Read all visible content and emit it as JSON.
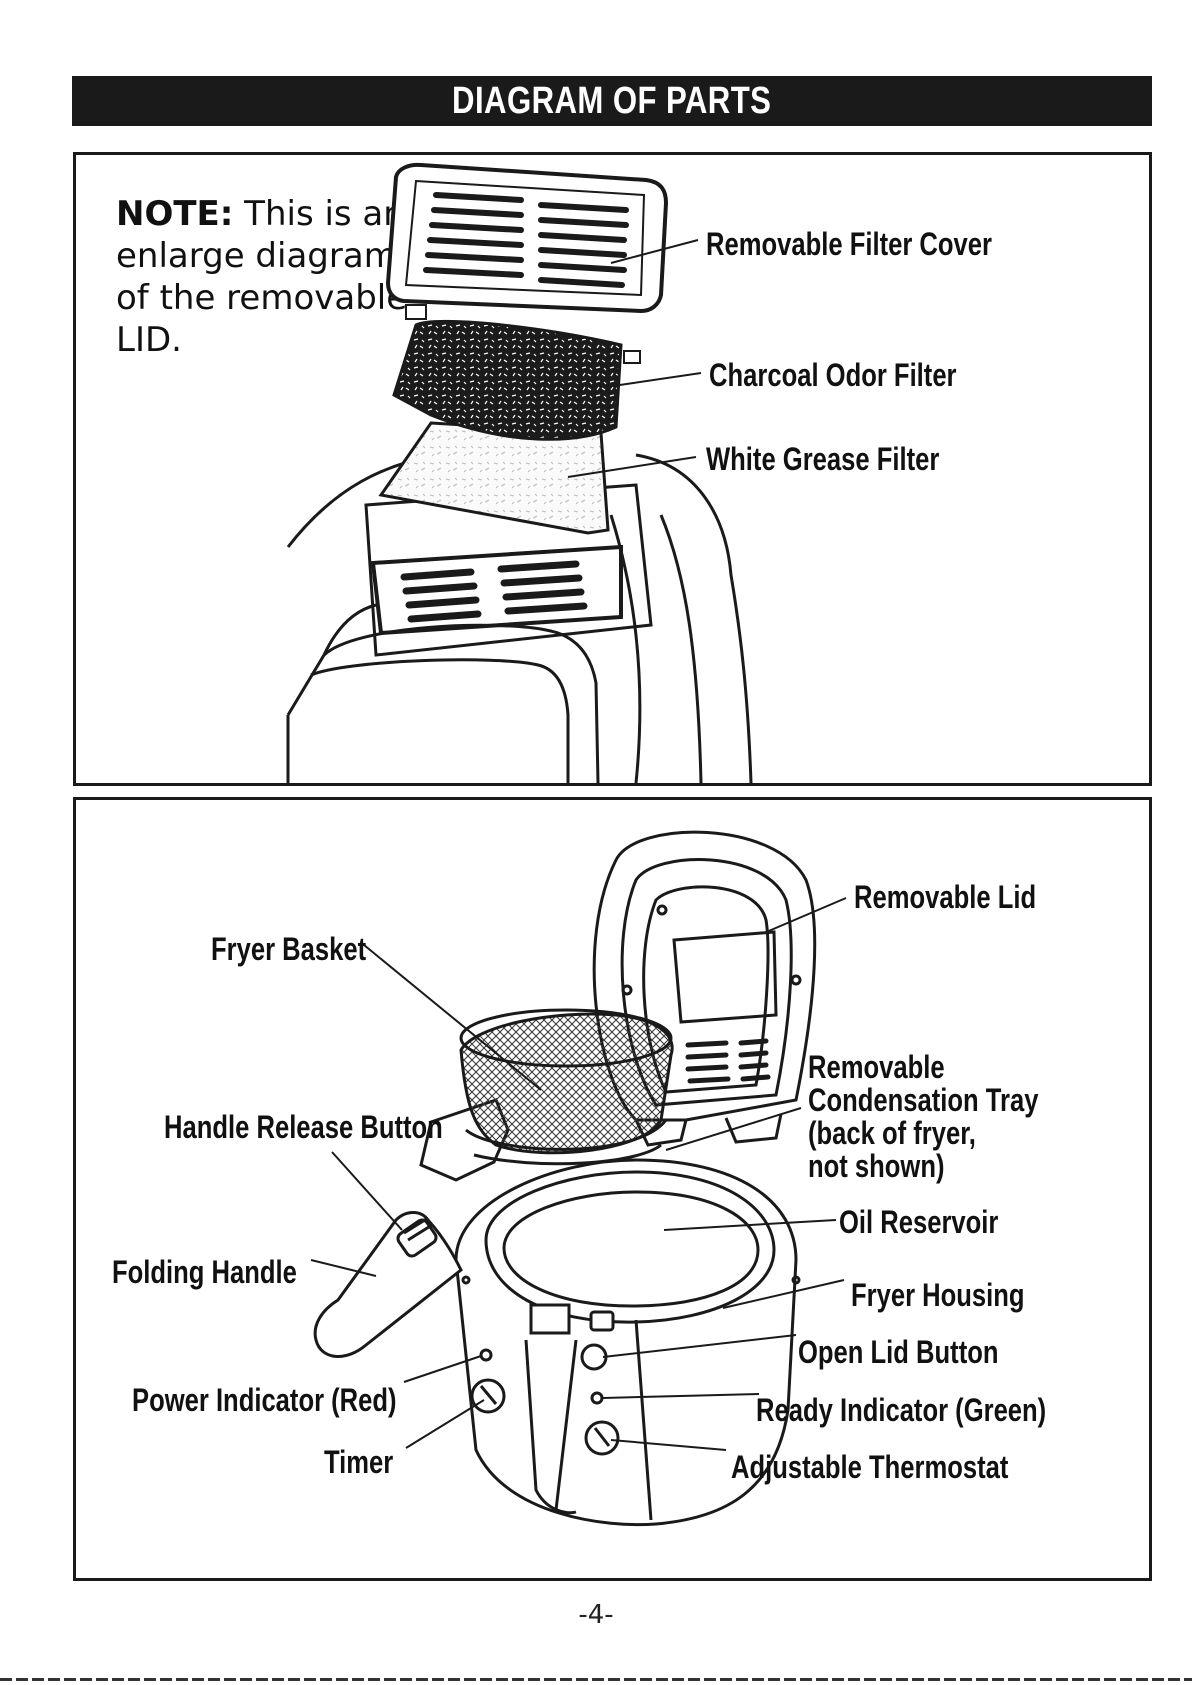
{
  "title": "DIAGRAM OF PARTS",
  "note": {
    "prefix": "NOTE:",
    "text": " This is an enlarge diagram of the removable LID."
  },
  "lid_parts": {
    "filter_cover": "Removable Filter Cover",
    "charcoal_filter": "Charcoal Odor Filter",
    "grease_filter": "White Grease Filter"
  },
  "fryer_parts": {
    "removable_lid": "Removable Lid",
    "fryer_basket": "Fryer Basket",
    "condensation_tray_1": "Removable",
    "condensation_tray_2": "Condensation Tray",
    "condensation_tray_3": "(back of fryer,",
    "condensation_tray_4": "not shown)",
    "handle_release": "Handle Release Button",
    "oil_reservoir": "Oil Reservoir",
    "folding_handle": "Folding Handle",
    "fryer_housing": "Fryer Housing",
    "open_lid_button": "Open Lid Button",
    "power_indicator": "Power Indicator (Red)",
    "ready_indicator": "Ready Indicator (Green)",
    "timer": "Timer",
    "thermostat": "Adjustable Thermostat"
  },
  "page_number": "-4-"
}
